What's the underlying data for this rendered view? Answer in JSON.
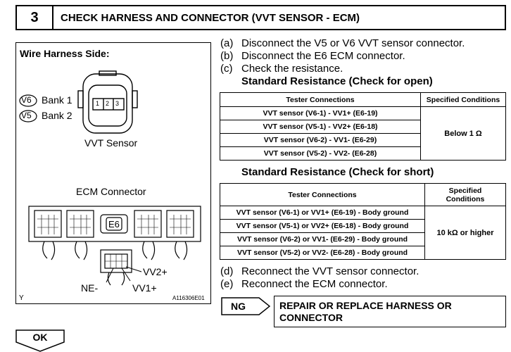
{
  "header": {
    "step_number": "3",
    "title": "CHECK HARNESS AND CONNECTOR (VVT SENSOR - ECM)"
  },
  "figure": {
    "wire_side_label": "Wire Harness Side:",
    "bank1_code": "V6",
    "bank1_label": "Bank 1",
    "bank2_code": "V5",
    "bank2_label": "Bank 2",
    "pins": [
      "1",
      "2",
      "3"
    ],
    "vvt_sensor_label": "VVT Sensor",
    "ecm_connector_label": "ECM Connector",
    "ecm_code": "E6",
    "terminal_vv2": "VV2+",
    "terminal_ne": "NE-",
    "terminal_vv1": "VV1+",
    "corner_mark": "Y",
    "figure_id": "A116306E01"
  },
  "steps": [
    {
      "label": "(a)",
      "text": "Disconnect the V5 or V6 VVT sensor connector."
    },
    {
      "label": "(b)",
      "text": "Disconnect the E6 ECM connector."
    },
    {
      "label": "(c)",
      "text": "Check the resistance."
    }
  ],
  "open_check": {
    "heading": "Standard Resistance (Check for open)",
    "col_connections": "Tester Connections",
    "col_conditions": "Specified Conditions",
    "rows": [
      "VVT sensor (V6-1) - VV1+ (E6-19)",
      "VVT sensor (V5-1) - VV2+ (E6-18)",
      "VVT sensor (V6-2) - VV1- (E6-29)",
      "VVT sensor (V5-2) - VV2- (E6-28)"
    ],
    "condition": "Below 1 Ω"
  },
  "short_check": {
    "heading": "Standard Resistance (Check for short)",
    "col_connections": "Tester Connections",
    "col_conditions_line1": "Specified",
    "col_conditions_line2": "Conditions",
    "rows": [
      "VVT sensor (V6-1) or VV1+ (E6-19) - Body ground",
      "VVT sensor (V5-1) or VV2+ (E6-18) - Body ground",
      "VVT sensor (V6-2) or VV1- (E6-29) - Body ground",
      "VVT sensor (V5-2) or VV2- (E6-28) - Body ground"
    ],
    "condition": "10 kΩ or higher"
  },
  "final_steps": [
    {
      "label": "(d)",
      "text": "Reconnect the VVT sensor connector."
    },
    {
      "label": "(e)",
      "text": "Reconnect the ECM connector."
    }
  ],
  "ng": {
    "label": "NG",
    "action_line1": "REPAIR OR REPLACE HARNESS OR",
    "action_line2": "CONNECTOR"
  },
  "ok": {
    "label": "OK"
  }
}
